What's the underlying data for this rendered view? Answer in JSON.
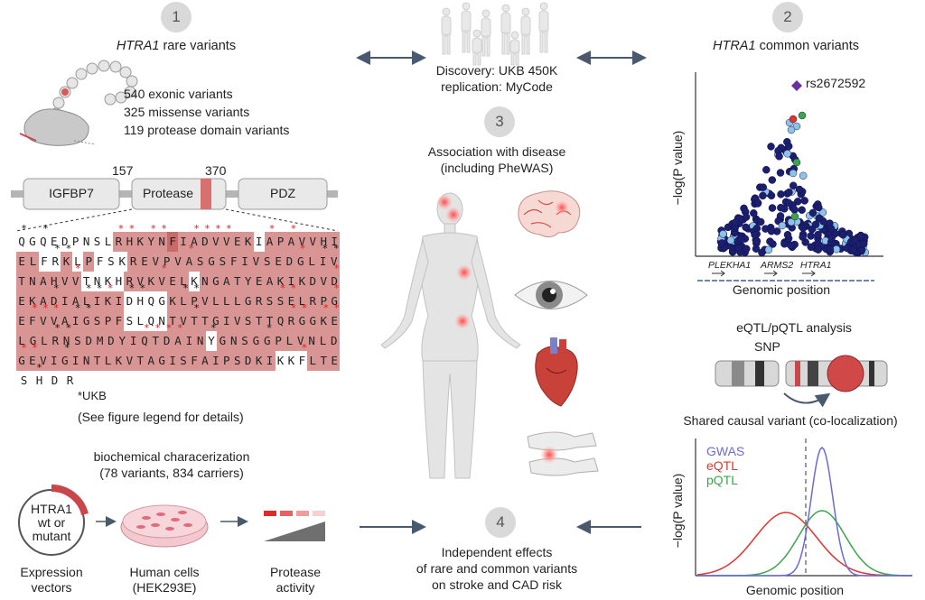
{
  "steps": {
    "s1": "1",
    "s2": "2",
    "s3": "3",
    "s4": "4"
  },
  "panel1": {
    "title_gene": "HTRA1",
    "title_rest": " rare variants",
    "stats": [
      "540 exonic variants",
      "325 missense variants",
      "119 protease domain variants"
    ],
    "domains": {
      "igfbp7": "IGFBP7",
      "protease": "Protease",
      "pdz": "PDZ",
      "pos_start": "157",
      "pos_end": "370"
    },
    "sequence": {
      "rows": [
        {
          "letters": "QGQEDPNSLRHKYNFIADVVEKIAPAVVHI",
          "shade": "000000000222223222222202222222",
          "marks": "k.k......rr.rr..rrrr...r.r...."
        },
        {
          "letters": "ELFRKLPFSKREVPVASGSFIVSEDGLIV",
          "shade": "2200202000222222222222222222222",
          "marks": "...kk..........r.........r.kk"
        },
        {
          "letters": "TNAHVVTNKHRVKVELKNGATYEAKIKDVD",
          "shade": "222222000022222202222222222222",
          "marks": ".....r.......r...............r"
        },
        {
          "letters": "EKADIALIKIDHQGKLPVLLLGRSSELRPG",
          "shade": "222222222200002222222222222222",
          "marks": "...k..kkr.kk...kk.......rr...r"
        },
        {
          "letters": "EFVVAIGSPFSLQNTVTTGIVSTTQRGGKE",
          "shade": "222222222200002222222222222222",
          "marks": ".rrr.kk.........k........rr.rr"
        },
        {
          "letters": "LGLRNSDMDYIQTDAINYGNSGGPLVNLD",
          "shade": "22222222222222222022222222222",
          "marks": "...kk......rrrr..k....k......"
        },
        {
          "letters": "GEVIGINTLKVTAGISFAIPSDKIKKFLTE",
          "shade": "222222222222222222222222000222",
          "marks": "rr..k.....................r..."
        },
        {
          "letters": "SHDR",
          "shade": "0000",
          "marks": ".k.."
        }
      ],
      "ukb_note": "*UKB"
    },
    "legend_note": "(See figure legend for details)"
  },
  "center": {
    "discovery": "Discovery: UKB 450K",
    "replication": "replication: MyCode",
    "assoc_line1": "Association with disease",
    "assoc_line2": "(including PheWAS)"
  },
  "panel2": {
    "title_gene": "HTRA1",
    "title_rest": " common variants",
    "ylabel": "−log(P value)",
    "snp_label": "rs2672592",
    "genes": [
      "PLEKHA1",
      "ARMS2",
      "HTRA1"
    ],
    "xlabel": "Genomic position"
  },
  "eqtl": {
    "title": "eQTL/pQTL analysis",
    "snp": "SNP",
    "coloc_title": "Shared causal variant (co-localization)",
    "ylabel": "−log(P value)",
    "xlabel": "Genomic position",
    "legend": [
      {
        "name": "GWAS",
        "color": "#6b6bd6"
      },
      {
        "name": "eQTL",
        "color": "#e0342e"
      },
      {
        "name": "pQTL",
        "color": "#3aa64a"
      }
    ]
  },
  "biochem": {
    "title1": "biochemical characerization",
    "title2": "(78 variants, 834 carriers)",
    "circle_line1": "HTRA1",
    "circle_line2": "wt or",
    "circle_line3": "mutant",
    "expr1": "Expression",
    "expr2": "vectors",
    "cells1": "Human cells",
    "cells2": "(HEK293E)",
    "prot1": "Protease",
    "prot2": "activity"
  },
  "bottom": {
    "line1": "Independent effects",
    "line2": "of rare and common variants",
    "line3": "on stroke and CAD risk"
  },
  "colors": {
    "accent_red": "#c9474a",
    "navy": "#1b1f6e",
    "light_blue": "#8ec3e8",
    "arrow": "#4a5a6e",
    "circle_grey": "#d9d9d9"
  }
}
